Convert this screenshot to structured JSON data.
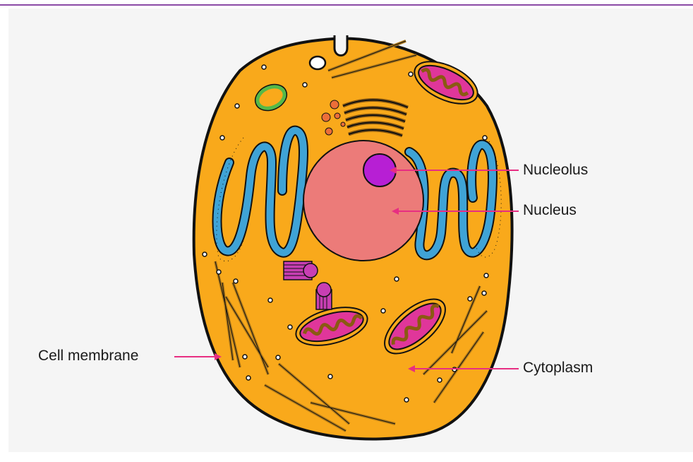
{
  "labels": {
    "nucleolus": "Nucleolus",
    "nucleus": "Nucleus",
    "cell_membrane": "Cell membrane",
    "cytoplasm": "Cytoplasm"
  },
  "colors": {
    "cytoplasm": "#f9a91b",
    "nucleus": "#ec7b79",
    "nucleolus": "#b71fd4",
    "endoplasmic_reticulum": "#3fa3d6",
    "mitochondria": "#e0369a",
    "arrow": "#e72e82",
    "accent_bar": "#8b4aa6"
  }
}
